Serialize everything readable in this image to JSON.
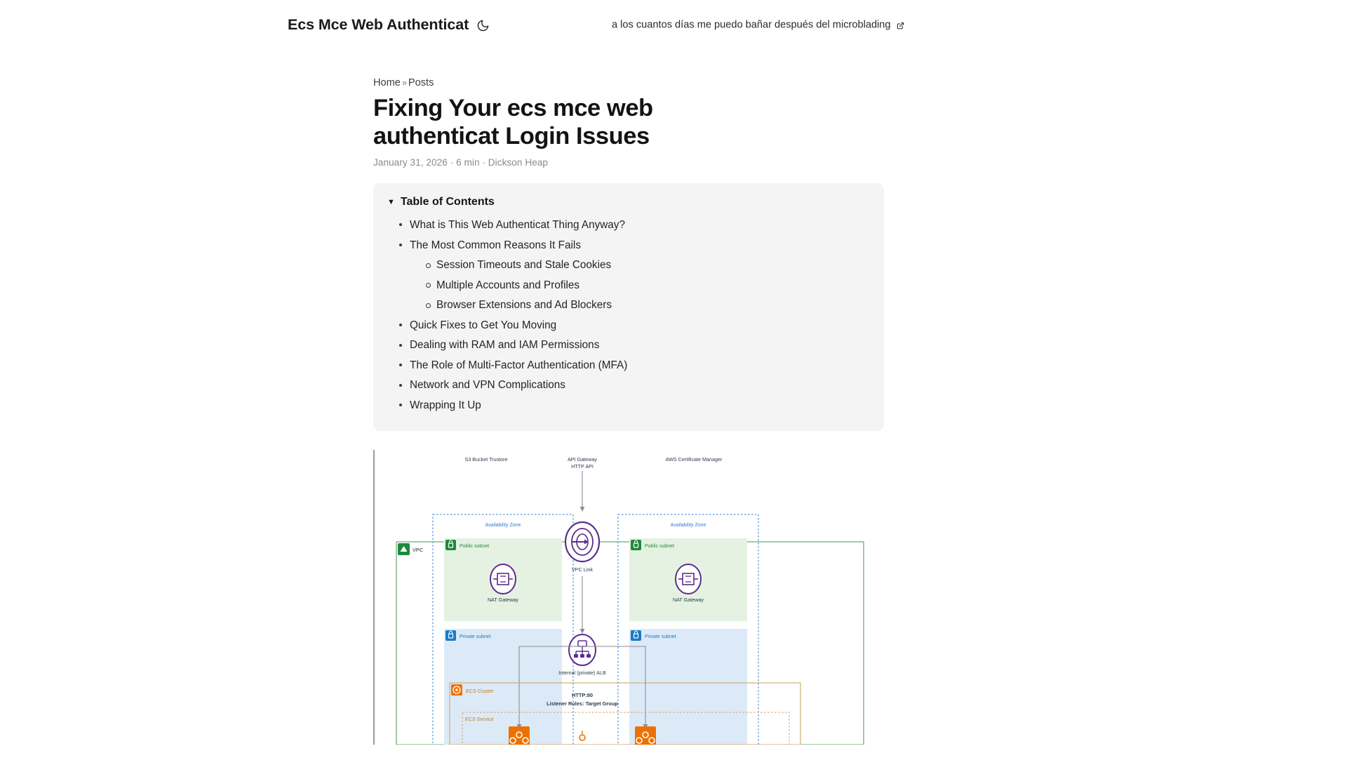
{
  "header": {
    "site_title": "Ecs Mce Web Authenticat",
    "theme_toggle_icon": "moon-icon",
    "nav_link": {
      "label": "a los cuantos días me puedo bañar después del microblading",
      "icon": "external-link-icon"
    }
  },
  "post": {
    "breadcrumb": {
      "home": "Home",
      "separator": "»",
      "current": "Posts"
    },
    "title": "Fixing Your ecs mce web authenticat Login Issues",
    "meta": "January 31, 2026 · 6 min · Dickson Heap",
    "date": "January 31, 2026",
    "read_time": "6 min",
    "author": "Dickson Heap"
  },
  "toc": {
    "heading": "Table of Contents",
    "caret": "▼",
    "items": [
      {
        "label": "What is This Web Authenticat Thing Anyway?",
        "level": 1
      },
      {
        "label": "The Most Common Reasons It Fails",
        "level": 1
      },
      {
        "label": "Session Timeouts and Stale Cookies",
        "level": 2
      },
      {
        "label": "Multiple Accounts and Profiles",
        "level": 2
      },
      {
        "label": "Browser Extensions and Ad Blockers",
        "level": 2
      },
      {
        "label": "Quick Fixes to Get You Moving",
        "level": 1
      },
      {
        "label": "Dealing with RAM and IAM Permissions",
        "level": 1
      },
      {
        "label": "The Role of Multi-Factor Authentication (MFA)",
        "level": 1
      },
      {
        "label": "Network and VPN Complications",
        "level": 1
      },
      {
        "label": "Wrapping It Up",
        "level": 1
      }
    ]
  },
  "diagram": {
    "alt": "AWS architecture diagram showing API Gateway HTTP API connecting through VPC Link to an internal private ALB fronting ECS services across two availability zones",
    "labels": {
      "s3_bucket": "S3 Bucket Trustore",
      "api_gateway": "API Gateway",
      "api_gateway_sub": "HTTP API",
      "acm": "AWS Certificate Manager",
      "az_left": "Availability Zone",
      "az_right": "Availability Zone",
      "vpc": "VPC",
      "vpc_link": "VPC Link",
      "public_subnet_left": "Public subnet",
      "public_subnet_right": "Public subnet",
      "nat_gateway_left": "NAT Gateway",
      "nat_gateway_right": "NAT Gateway",
      "private_subnet_left": "Private subnet",
      "private_subnet_right": "Private subnet",
      "alb": "Internal (private) ALB",
      "ecs_cluster": "ECS Cluster",
      "listener": "HTTP:80",
      "listener_sub": "Listener Rules: Target Group",
      "ecs_service": "ECS Service"
    },
    "colors": {
      "purple": "#5c2d91",
      "green": "#1f8a3b",
      "blue": "#1a7ac4",
      "orange": "#ed7100",
      "az_border": "#2a7fd4",
      "public_subnet_fill": "#e5f2e2",
      "private_subnet_fill": "#dceaf7",
      "cluster_border": "#c8a96a"
    }
  }
}
